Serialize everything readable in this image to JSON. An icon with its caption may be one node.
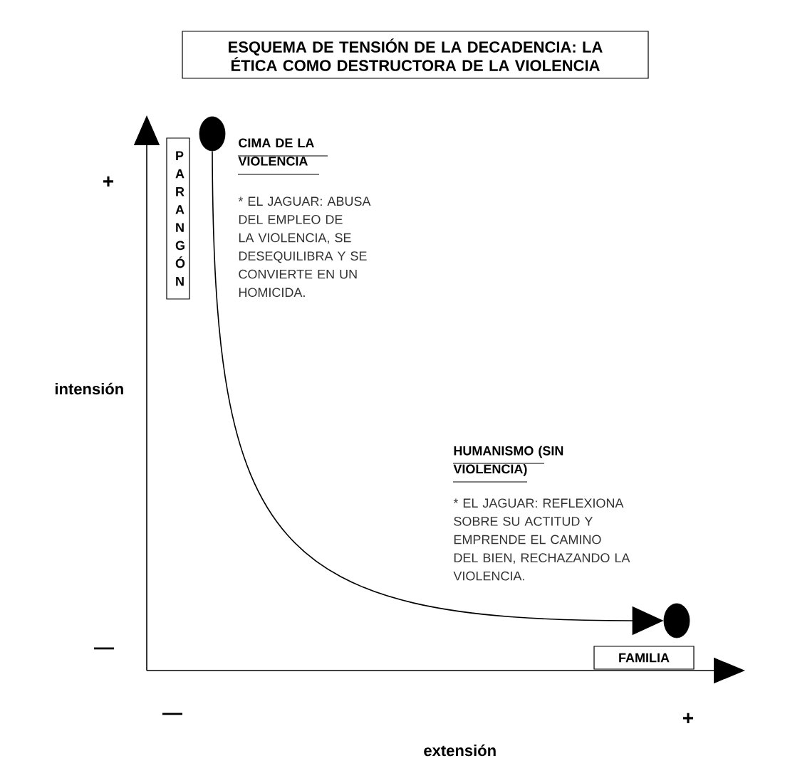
{
  "diagram": {
    "title": "ESQUEMA DE TENSIÓN DE LA DECADENCIA: LA ÉTICA COMO DESTRUCTORA DE LA VIOLENCIA",
    "nodes": [
      {
        "text": [
          "PARANGÓN"
        ]
      },
      {
        "text": [
          "FAMILIA"
        ]
      },
      {
        "text": [],
        "shape": "circle"
      },
      {
        "text": [],
        "shape": "circle"
      }
    ],
    "edges": [
      {
        "from": 2,
        "to": 3,
        "arrow": "to"
      }
    ],
    "labels": [
      "CIMA DE LA VIOLENCIA",
      "* EL JAGUAR: ABUSA DEL EMPLEO DE LA VIOLENCIA, SE DESEQUILIBRA Y SE CONVIERTE EN UN HOMICIDA.",
      "+",
      "intensión",
      "—",
      "HUMANISMO (SIN VIOLENCIA)",
      "* EL JAGUAR: REFLEXIONA SOBRE SU ACTITUD Y EMPRENDE EL CAMINO DEL BIEN, RECHAZANDO LA VIOLENCIA.",
      "—",
      "extensión",
      "+"
    ]
  }
}
